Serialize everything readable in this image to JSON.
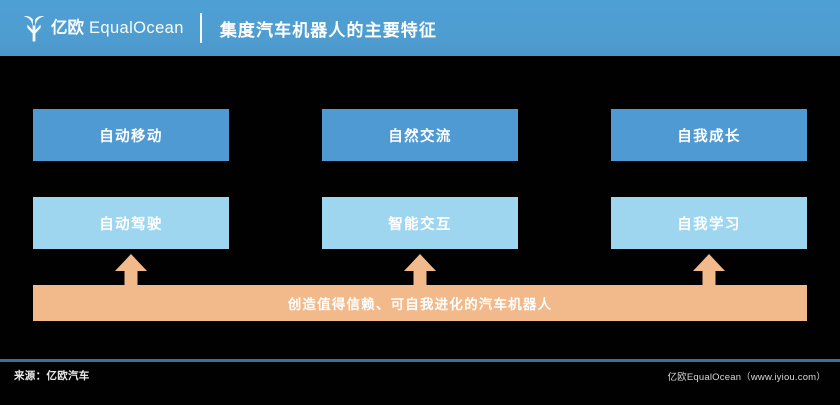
{
  "header": {
    "logo_icon": "equalocean-sprout-logo-icon",
    "brand_cn": "亿欧",
    "brand_en": " EqualOcean",
    "title": "集度汽车机器人的主要特征"
  },
  "diagram": {
    "columns": [
      {
        "capability": "自动移动",
        "technology": "自动驾驶",
        "arrow_icon": "arrow-up-icon"
      },
      {
        "capability": "自然交流",
        "technology": "智能交互",
        "arrow_icon": "arrow-up-icon"
      },
      {
        "capability": "自我成长",
        "technology": "自我学习",
        "arrow_icon": "arrow-up-icon"
      }
    ],
    "banner": "创造值得信赖、可自我进化的汽车机器人"
  },
  "footer": {
    "source": "来源：亿欧汽车",
    "credit": "亿欧EqualOcean（www.iyiou.com）"
  },
  "colors": {
    "header_blue": "#4f9ed2",
    "row1_blue": "#4f9ad3",
    "row2_light_blue": "#9ed6f0",
    "banner_orange": "#f2b98b",
    "arrow_orange": "#f2b98b",
    "background": "#010101",
    "footer_rule": "#3c6f9e"
  }
}
